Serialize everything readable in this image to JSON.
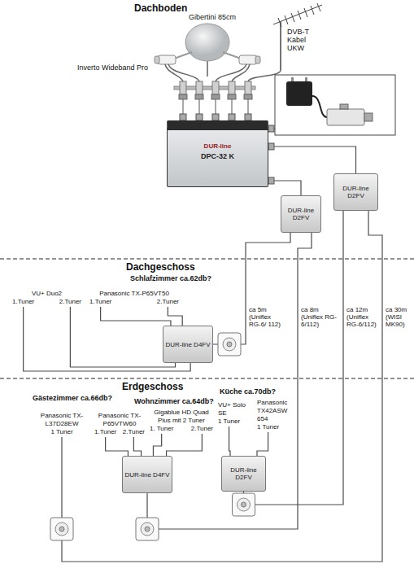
{
  "diagram": {
    "nodes": [
      {
        "text": [
          "DUR-line",
          "DPC-32 K"
        ]
      },
      {
        "text": [
          "DUR-line D2FV"
        ]
      },
      {
        "text": [
          "DUR-line D2FV"
        ]
      },
      {
        "text": [
          "DUR-line D4FV"
        ]
      },
      {
        "text": [
          "DUR-line D4FV"
        ]
      },
      {
        "text": [
          "DUR-line D2FV"
        ]
      },
      {
        "text": [
          "VU+ Duo2",
          "1.Tuner",
          "2.Tuner"
        ]
      },
      {
        "text": [
          "Panasonic TX-P65VT50",
          "1.Tuner",
          "2.Tuner"
        ]
      },
      {
        "text": [
          "Panasonic TX-L37D28EW",
          "1 Tuner"
        ]
      },
      {
        "text": [
          "Panasonic TX-P65VTW60",
          "1.Tuner",
          "2.Tuner"
        ]
      },
      {
        "text": [
          "Gigablue HD Quad Plus mit 2 Tuner",
          "1. Tuner",
          "2.Tuner"
        ]
      },
      {
        "text": [
          "VU+ Solo SE",
          "1 Tuner"
        ]
      },
      {
        "text": [
          "Panasonic TX42ASW 654",
          "1 Tuner"
        ]
      }
    ],
    "edges": [
      {
        "from": 0,
        "to": 1,
        "arrow": "none"
      },
      {
        "from": 0,
        "to": 2,
        "arrow": "none"
      },
      {
        "from": 1,
        "to": 3,
        "label": "ca 5m (Uniflex RG-6/ 112)",
        "arrow": "none"
      },
      {
        "from": 1,
        "to": 4,
        "label": "ca 8m (Uniflex RG-6/112)",
        "arrow": "none"
      },
      {
        "from": 2,
        "to": 5,
        "label": "ca 12m (Uniflex RG-6/112)",
        "arrow": "none"
      },
      {
        "from": 2,
        "to": 8,
        "label": "ca 30m (WISI MK90)",
        "arrow": "none"
      },
      {
        "from": 3,
        "to": 6,
        "arrow": "none"
      },
      {
        "from": 3,
        "to": 6,
        "arrow": "none"
      },
      {
        "from": 3,
        "to": 7,
        "arrow": "none"
      },
      {
        "from": 3,
        "to": 7,
        "arrow": "none"
      },
      {
        "from": 4,
        "to": 9,
        "arrow": "none"
      },
      {
        "from": 4,
        "to": 9,
        "arrow": "none"
      },
      {
        "from": 4,
        "to": 10,
        "arrow": "none"
      },
      {
        "from": 4,
        "to": 10,
        "arrow": "none"
      },
      {
        "from": 5,
        "to": 11,
        "arrow": "none"
      },
      {
        "from": 5,
        "to": 12,
        "arrow": "none"
      }
    ],
    "labels": [
      "Dachboden",
      "Gibertini 85cm",
      "Inverto Wideband Pro",
      "DVB-T Kabel UKW",
      "Dachgeschoss",
      "Schlafzimmer ca.62db?",
      "Erdgeschoss",
      "Gästezimmer ca.66db?",
      "Wohnzimmer ca.64db?",
      "Küche ca.70db?"
    ]
  }
}
